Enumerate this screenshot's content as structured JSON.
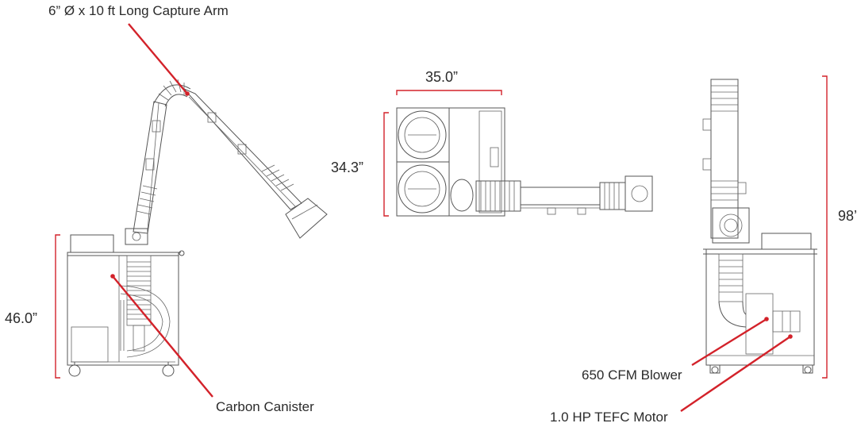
{
  "callouts": {
    "capture_arm": "6” Ø x 10 ft Long Capture Arm",
    "carbon_canister": "Carbon Canister",
    "blower": "650 CFM Blower",
    "motor": "1.0 HP TEFC Motor"
  },
  "dimensions": {
    "side_height": "46.0”",
    "top_width": "35.0”",
    "top_depth": "34.3”",
    "front_height": "98’"
  },
  "colors": {
    "accent": "#d3222a",
    "drawing_line": "#555555",
    "text": "#2b2b2b"
  }
}
